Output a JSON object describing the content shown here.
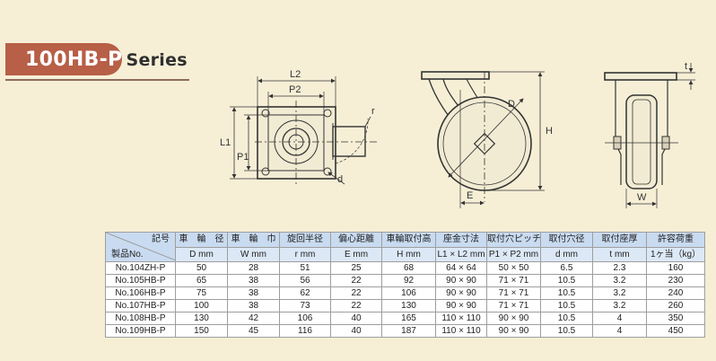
{
  "header": {
    "model": "100HB-P",
    "series": "Series"
  },
  "drawing_labels": {
    "top_view": {
      "l2": "L2",
      "p2": "P2",
      "l1": "L1",
      "p1": "P1",
      "r": "r",
      "d": "d"
    },
    "side_view": {
      "d": "D",
      "h": "H",
      "e": "E"
    },
    "front_view": {
      "t": "t",
      "w": "W"
    }
  },
  "table": {
    "corner": {
      "top": "記号",
      "bottom": "製品No."
    },
    "headers": [
      {
        "jp": "車　輪　径",
        "sym": "D mm"
      },
      {
        "jp": "車　輪　巾",
        "sym": "W mm"
      },
      {
        "jp": "旋回半径",
        "sym": "r mm"
      },
      {
        "jp": "偏心距離",
        "sym": "E mm"
      },
      {
        "jp": "車輪取付高",
        "sym": "H mm"
      },
      {
        "jp": "座金寸法",
        "sym": "L1 × L2 mm"
      },
      {
        "jp": "取付穴ピッチ",
        "sym": "P1 × P2 mm"
      },
      {
        "jp": "取付穴径",
        "sym": "d mm"
      },
      {
        "jp": "取付座厚",
        "sym": "t mm"
      },
      {
        "jp": "許容荷重",
        "sym": "1ヶ当（kg）"
      }
    ],
    "rows": [
      {
        "no": "No.104ZH-P",
        "cells": [
          "50",
          "28",
          "51",
          "25",
          "68",
          "64 × 64",
          "50 × 50",
          "6.5",
          "2.3",
          "160"
        ]
      },
      {
        "no": "No.105HB-P",
        "cells": [
          "65",
          "38",
          "56",
          "22",
          "92",
          "90 × 90",
          "71 × 71",
          "10.5",
          "3.2",
          "230"
        ]
      },
      {
        "no": "No.106HB-P",
        "cells": [
          "75",
          "38",
          "62",
          "22",
          "106",
          "90 × 90",
          "71 × 71",
          "10.5",
          "3.2",
          "240"
        ]
      },
      {
        "no": "No.107HB-P",
        "cells": [
          "100",
          "38",
          "73",
          "22",
          "130",
          "90 × 90",
          "71 × 71",
          "10.5",
          "3.2",
          "260"
        ]
      },
      {
        "no": "No.108HB-P",
        "cells": [
          "130",
          "42",
          "106",
          "40",
          "165",
          "110 × 110",
          "90 × 90",
          "10.5",
          "4",
          "350"
        ]
      },
      {
        "no": "No.109HB-P",
        "cells": [
          "150",
          "45",
          "116",
          "40",
          "187",
          "110 × 110",
          "90 × 90",
          "10.5",
          "4",
          "450"
        ]
      }
    ]
  }
}
